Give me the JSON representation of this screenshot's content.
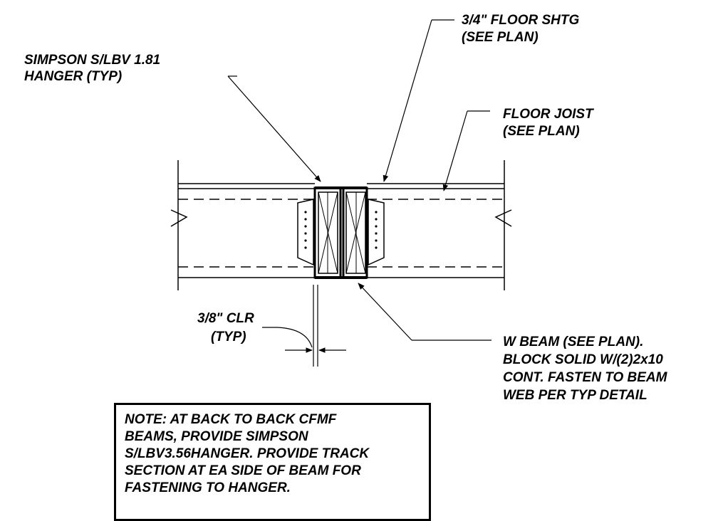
{
  "labels": {
    "hanger_line1": "SIMPSON S/LBV 1.81",
    "hanger_line2": "HANGER (TYP)",
    "sheathing_line1": "3/4\" FLOOR SHTG",
    "sheathing_line2": "(SEE PLAN)",
    "joist_line1": "FLOOR JOIST",
    "joist_line2": "(SEE PLAN)",
    "clearance_line1": "3/8\" CLR",
    "clearance_line2": "(TYP)",
    "beam_line1": "W BEAM (SEE PLAN).",
    "beam_line2": "BLOCK SOLID W/(2)2x10",
    "beam_line3": "CONT. FASTEN TO BEAM",
    "beam_line4": "WEB PER TYP DETAIL"
  },
  "note": {
    "line1": "NOTE: AT BACK TO BACK CFMF",
    "line2": "BEAMS, PROVIDE SIMPSON",
    "line3": "S/LBV3.56HANGER. PROVIDE TRACK",
    "line4": "SECTION AT EA SIDE OF BEAM FOR",
    "line5": "FASTENING TO HANGER."
  }
}
